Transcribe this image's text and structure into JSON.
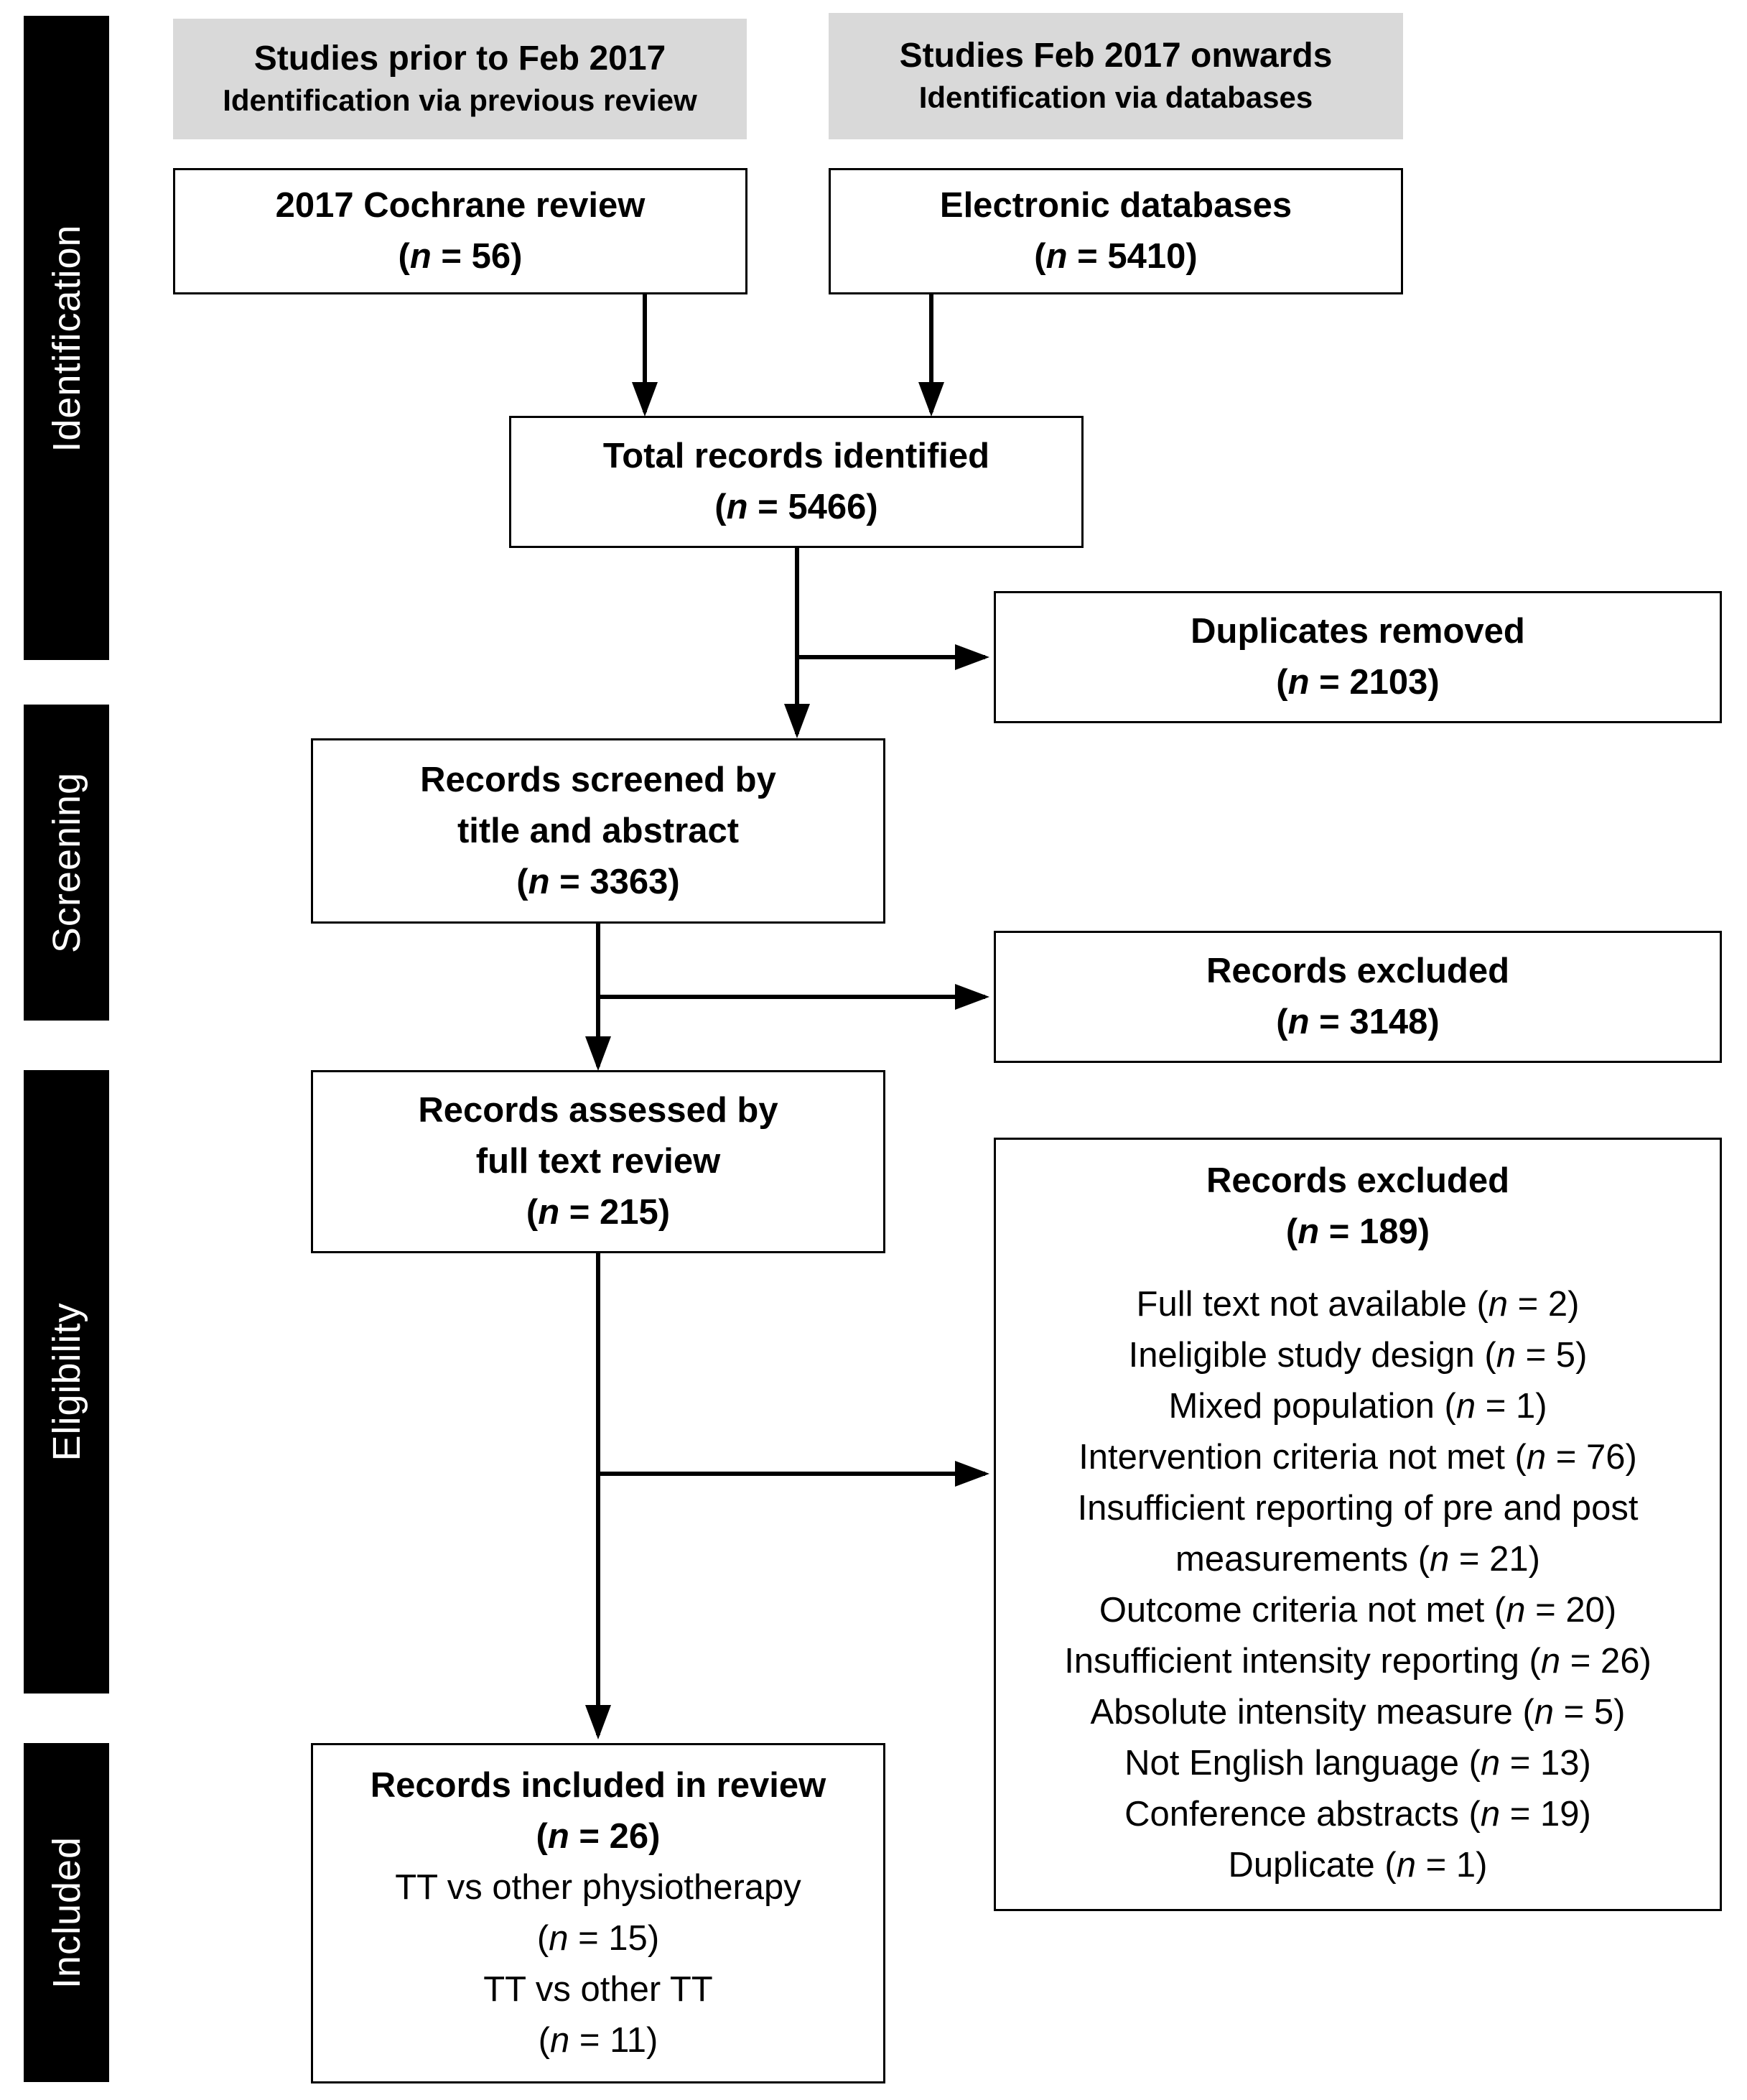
{
  "phases": {
    "identification": "Identification",
    "screening": "Screening",
    "eligibility": "Eligibility",
    "included": "Included"
  },
  "headers": {
    "left": {
      "line1": "Studies prior to Feb 2017",
      "line2": "Identification via previous review"
    },
    "right": {
      "line1": "Studies Feb 2017 onwards",
      "line2": "Identification via databases"
    }
  },
  "boxes": {
    "cochrane": {
      "title": "2017 Cochrane review",
      "n": "56"
    },
    "databases": {
      "title": "Electronic databases",
      "n": "5410"
    },
    "total": {
      "title": "Total records identified",
      "n": "5466"
    },
    "duplicates": {
      "title": "Duplicates removed",
      "n": "2103"
    },
    "screened": {
      "title_line1": "Records screened by",
      "title_line2": "title and abstract",
      "n": "3363"
    },
    "excluded_screen": {
      "title": "Records excluded",
      "n": "3148"
    },
    "assessed": {
      "title_line1": "Records assessed by",
      "title_line2": "full text review",
      "n": "215"
    },
    "excluded_full": {
      "title": "Records excluded",
      "n": "189",
      "reasons": [
        {
          "label": "Full text not available",
          "n": "2"
        },
        {
          "label": "Ineligible study design",
          "n": "5"
        },
        {
          "label": "Mixed population",
          "n": "1"
        },
        {
          "label": "Intervention criteria not met",
          "n": "76"
        },
        {
          "label": "Insufficient reporting of pre and post",
          "n": ""
        },
        {
          "label": "measurements",
          "n": "21"
        },
        {
          "label": "Outcome criteria not met",
          "n": "20"
        },
        {
          "label": "Insufficient intensity reporting",
          "n": "26"
        },
        {
          "label": "Absolute intensity measure",
          "n": "5"
        },
        {
          "label": "Not English language",
          "n": "13"
        },
        {
          "label": "Conference abstracts",
          "n": "19"
        },
        {
          "label": "Duplicate",
          "n": "1"
        }
      ]
    },
    "included": {
      "title": "Records included in review",
      "n": "26",
      "groups": [
        {
          "label": "TT vs other physiotherapy",
          "n": "15"
        },
        {
          "label": "TT vs other TT",
          "n": "11"
        }
      ]
    }
  },
  "n_symbol": "n"
}
